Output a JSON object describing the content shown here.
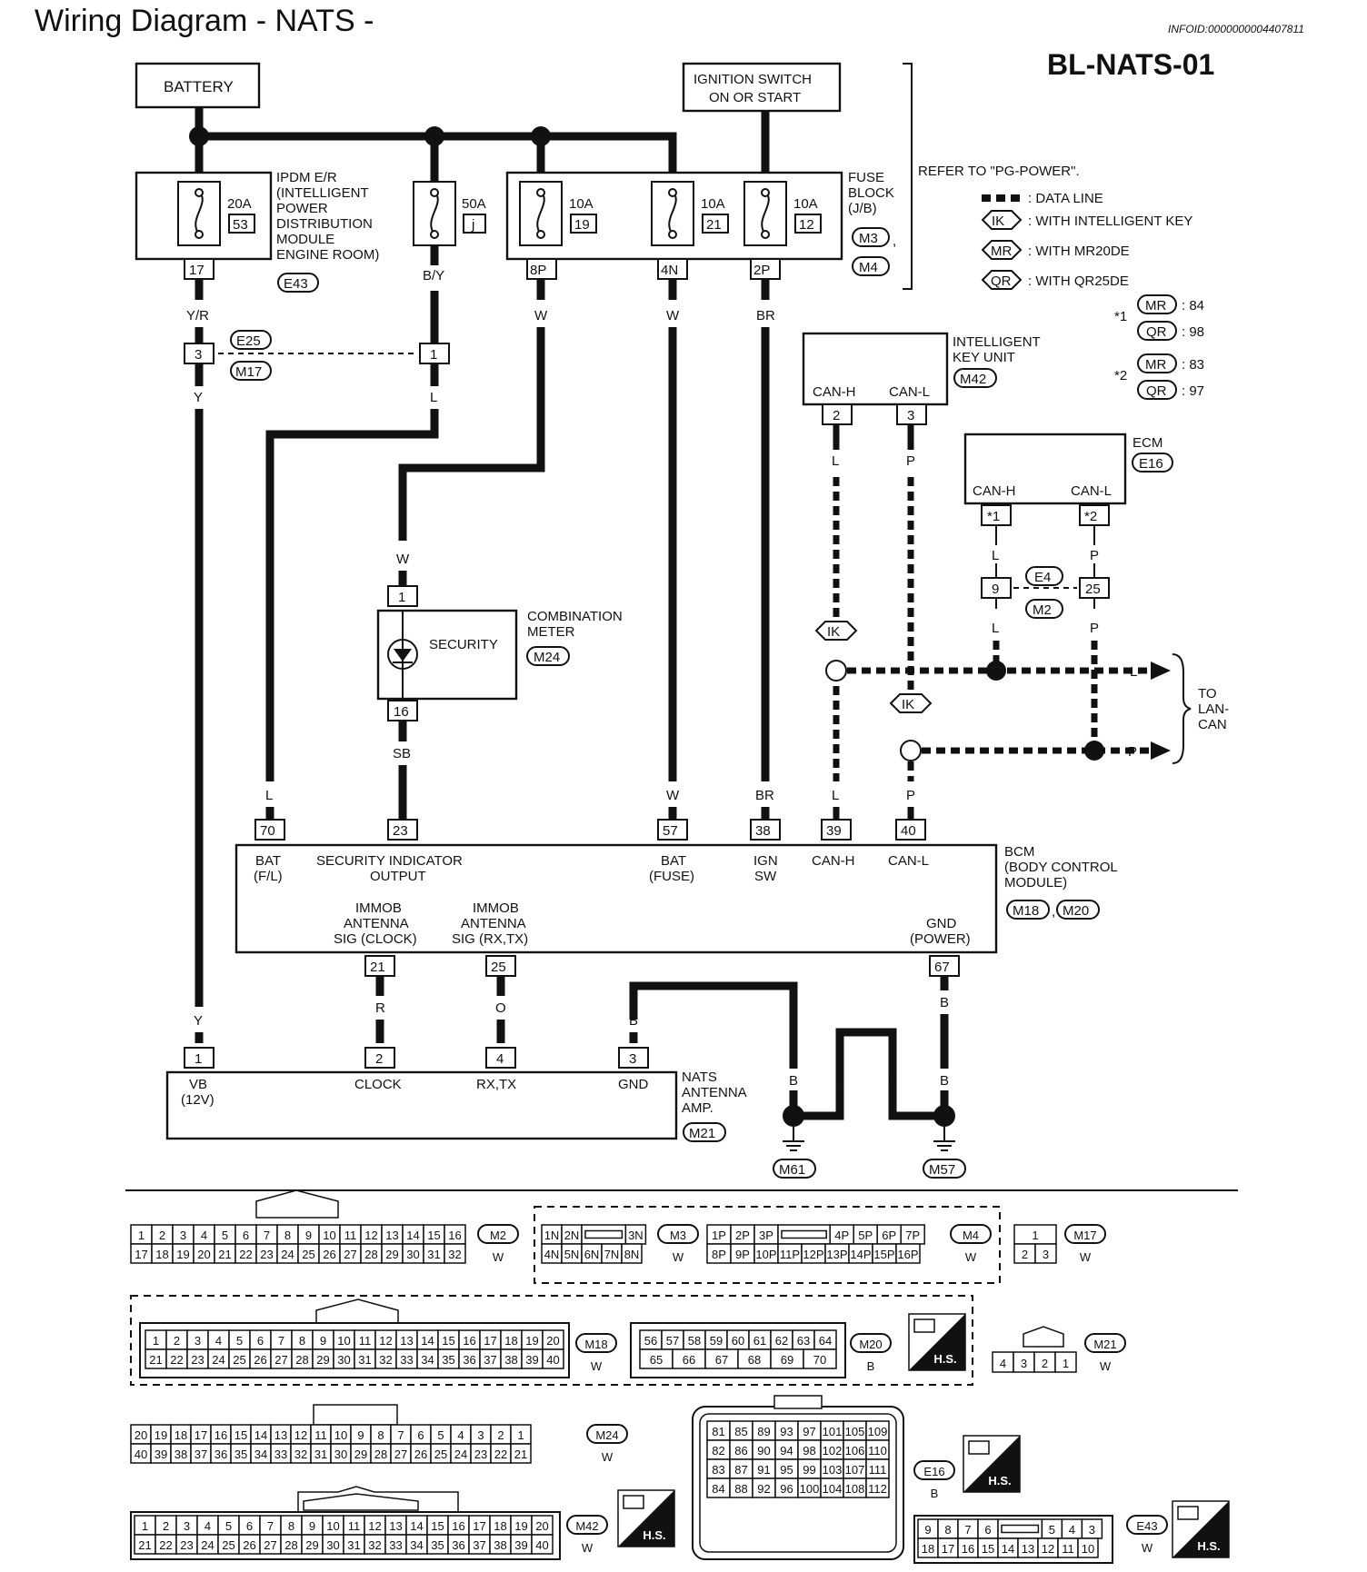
{
  "header": {
    "title": "Wiring Diagram - NATS -",
    "info_id": "INFOID:0000000004407811",
    "diagram_code": "BL-NATS-01"
  },
  "legend": {
    "refer": "REFER TO \"PG-POWER\".",
    "data_line": ": DATA LINE",
    "ik_tag": "IK",
    "ik": ": WITH INTELLIGENT KEY",
    "mr_tag": "MR",
    "mr": ": WITH MR20DE",
    "qr_tag": "QR",
    "qr": ": WITH QR25DE",
    "note1_mark": "*1",
    "note1_mr": ": 84",
    "note1_qr": ": 98",
    "note2_mark": "*2",
    "note2_mr": ": 83",
    "note2_qr": ": 97"
  },
  "components": {
    "battery": "BATTERY",
    "ignition_l1": "IGNITION SWITCH",
    "ignition_l2": "ON OR START",
    "ipdm_lines": [
      "IPDM E/R",
      "(INTELLIGENT",
      "POWER",
      "DISTRIBUTION",
      "MODULE",
      "ENGINE ROOM)"
    ],
    "ipdm_conn": "E43",
    "fuse_block_lines": [
      "FUSE",
      "BLOCK",
      "(J/B)"
    ],
    "fuse_block_conn1": "M3",
    "fuse_block_conn2": "M4",
    "fuses": [
      {
        "amp": "20A",
        "num": "53"
      },
      {
        "amp": "50A",
        "num": "j"
      },
      {
        "amp": "10A",
        "num": "19"
      },
      {
        "amp": "10A",
        "num": "21"
      },
      {
        "amp": "10A",
        "num": "12"
      }
    ],
    "ikey_lines": [
      "INTELLIGENT",
      "KEY UNIT"
    ],
    "ikey_conn": "M42",
    "ikey_canh": "CAN-H",
    "ikey_canl": "CAN-L",
    "ecm": "ECM",
    "ecm_conn": "E16",
    "ecm_canh": "CAN-H",
    "ecm_canl": "CAN-L",
    "meter_lines": [
      "COMBINATION",
      "METER"
    ],
    "meter_conn": "M24",
    "meter_security": "SECURITY",
    "bcm_lines": [
      "BCM",
      "(BODY CONTROL",
      "MODULE)"
    ],
    "bcm_conn1": "M18",
    "bcm_conn2": "M20",
    "bcm_pins": {
      "bat_fl": [
        "BAT",
        "(F/L)"
      ],
      "sec_out": [
        "SECURITY INDICATOR",
        "OUTPUT"
      ],
      "bat_fuse": [
        "BAT",
        "(FUSE)"
      ],
      "ign_sw": [
        "IGN",
        "SW"
      ],
      "canh": "CAN-H",
      "canl": "CAN-L",
      "immob_clk": [
        "IMMOB",
        "ANTENNA",
        "SIG (CLOCK)"
      ],
      "immob_rx": [
        "IMMOB",
        "ANTENNA",
        "SIG (RX,TX)"
      ],
      "gnd_power": [
        "GND",
        "(POWER)"
      ]
    },
    "nats_lines": [
      "NATS",
      "ANTENNA",
      "AMP."
    ],
    "nats_conn": "M21",
    "nats_pins": {
      "vb": [
        "VB",
        "(12V)"
      ],
      "clock": "CLOCK",
      "rxtx": "RX,TX",
      "gnd": "GND"
    },
    "ground1": "M61",
    "ground2": "M57",
    "to_lan": [
      "TO",
      "LAN-",
      "CAN"
    ],
    "joint1": "E25",
    "joint1b": "M17",
    "joint2": "E4",
    "joint2b": "M2"
  },
  "pins": {
    "ipdm_17": "17",
    "jb_8p": "8P",
    "jb_4n": "4N",
    "jb_2p": "2P",
    "j_3": "3",
    "j_1": "1",
    "ik_2": "2",
    "ik_3": "3",
    "ecm_1": "*1",
    "ecm_2": "*2",
    "e4_9": "9",
    "e4_25": "25",
    "m_1": "1",
    "m_16": "16",
    "b70": "70",
    "b23": "23",
    "b57": "57",
    "b38": "38",
    "b39": "39",
    "b40": "40",
    "b21": "21",
    "b25": "25",
    "b67": "67",
    "n1": "1",
    "n2": "2",
    "n4": "4",
    "n3": "3",
    "ik_tag": "IK"
  },
  "wire_colors": {
    "yr": "Y/R",
    "by": "B/Y",
    "w": "W",
    "br": "BR",
    "y": "Y",
    "l": "L",
    "sb": "SB",
    "p": "P",
    "r": "R",
    "o": "O",
    "b": "B"
  },
  "connector_views": {
    "m2": {
      "id": "M2",
      "color": "W",
      "top": [
        "1",
        "2",
        "3",
        "4",
        "5",
        "6",
        "7",
        "8",
        "9",
        "10",
        "11",
        "12",
        "13",
        "14",
        "15",
        "16"
      ],
      "bottom": [
        "17",
        "18",
        "19",
        "20",
        "21",
        "22",
        "23",
        "24",
        "25",
        "26",
        "27",
        "28",
        "29",
        "30",
        "31",
        "32"
      ]
    },
    "m3": {
      "id": "M3",
      "color": "W",
      "top": [
        "1N",
        "2N",
        "",
        "3N"
      ],
      "bottom": [
        "4N",
        "5N",
        "6N",
        "7N",
        "8N"
      ]
    },
    "m4": {
      "id": "M4",
      "color": "W",
      "top": [
        "1P",
        "2P",
        "3P",
        "",
        "4P",
        "5P",
        "6P",
        "7P"
      ],
      "bottom": [
        "8P",
        "9P",
        "10P",
        "11P",
        "12P",
        "13P",
        "14P",
        "15P",
        "16P"
      ]
    },
    "m17": {
      "id": "M17",
      "color": "W",
      "top": [
        "1"
      ],
      "bottom": [
        "2",
        "3"
      ]
    },
    "m18": {
      "id": "M18",
      "color": "W",
      "top": [
        "1",
        "2",
        "3",
        "4",
        "5",
        "6",
        "7",
        "8",
        "9",
        "10",
        "11",
        "12",
        "13",
        "14",
        "15",
        "16",
        "17",
        "18",
        "19",
        "20"
      ],
      "bottom": [
        "21",
        "22",
        "23",
        "24",
        "25",
        "26",
        "27",
        "28",
        "29",
        "30",
        "31",
        "32",
        "33",
        "34",
        "35",
        "36",
        "37",
        "38",
        "39",
        "40"
      ]
    },
    "m20": {
      "id": "M20",
      "color": "B",
      "top": [
        "56",
        "57",
        "58",
        "59",
        "60",
        "61",
        "62",
        "63",
        "64"
      ],
      "bottom": [
        "65",
        "66",
        "67",
        "68",
        "69",
        "70"
      ]
    },
    "m21": {
      "id": "M21",
      "color": "W",
      "row": [
        "4",
        "3",
        "2",
        "1"
      ]
    },
    "m24": {
      "id": "M24",
      "color": "W",
      "top": [
        "20",
        "19",
        "18",
        "17",
        "16",
        "15",
        "14",
        "13",
        "12",
        "11",
        "10",
        "9",
        "8",
        "7",
        "6",
        "5",
        "4",
        "3",
        "2",
        "1"
      ],
      "bottom": [
        "40",
        "39",
        "38",
        "37",
        "36",
        "35",
        "34",
        "33",
        "32",
        "31",
        "30",
        "29",
        "28",
        "27",
        "26",
        "25",
        "24",
        "23",
        "22",
        "21"
      ]
    },
    "e16": {
      "id": "E16",
      "color": "B",
      "rows": [
        [
          "81",
          "85",
          "89",
          "93",
          "97",
          "101",
          "105",
          "109"
        ],
        [
          "82",
          "86",
          "90",
          "94",
          "98",
          "102",
          "106",
          "110"
        ],
        [
          "83",
          "87",
          "91",
          "95",
          "99",
          "103",
          "107",
          "111"
        ],
        [
          "84",
          "88",
          "92",
          "96",
          "100",
          "104",
          "108",
          "112"
        ]
      ]
    },
    "m42": {
      "id": "M42",
      "color": "W",
      "top": [
        "1",
        "2",
        "3",
        "4",
        "5",
        "6",
        "7",
        "8",
        "9",
        "10",
        "11",
        "12",
        "13",
        "14",
        "15",
        "16",
        "17",
        "18",
        "19",
        "20"
      ],
      "bottom": [
        "21",
        "22",
        "23",
        "24",
        "25",
        "26",
        "27",
        "28",
        "29",
        "30",
        "31",
        "32",
        "33",
        "34",
        "35",
        "36",
        "37",
        "38",
        "39",
        "40"
      ]
    },
    "e43": {
      "id": "E43",
      "color": "W",
      "top": [
        "9",
        "8",
        "7",
        "6",
        "",
        "5",
        "4",
        "3"
      ],
      "bottom": [
        "18",
        "17",
        "16",
        "15",
        "14",
        "13",
        "12",
        "11",
        "10"
      ]
    },
    "hs_label": "H.S."
  }
}
